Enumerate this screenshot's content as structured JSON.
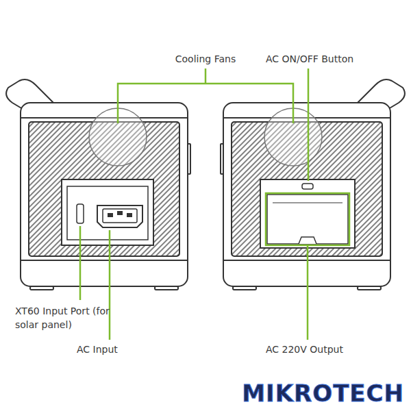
{
  "diagram": {
    "labels": [
      "Cooling Fans",
      "AC ON/OFF Button",
      "XT60 Input Port (for solar panel)",
      "AC Input",
      "AC 220V Output",
      "MIKROTECH"
    ]
  }
}
